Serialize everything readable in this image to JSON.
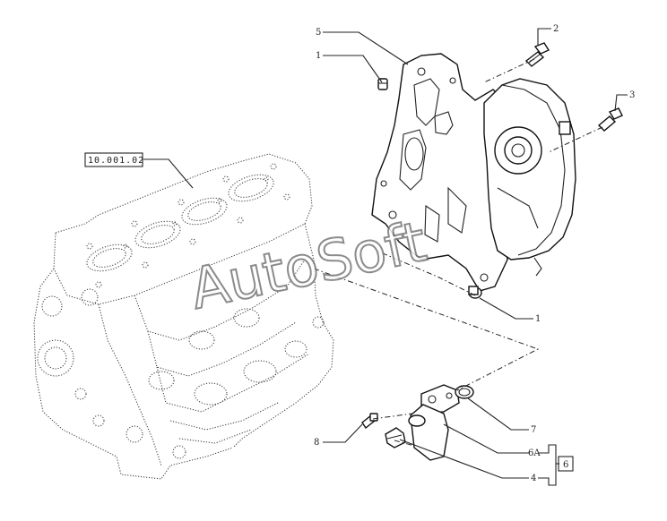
{
  "diagram": {
    "reference_code": "10.001.02",
    "watermark": "AutoSoft",
    "callouts": {
      "c5": "5",
      "c1_top": "1",
      "c2": "2",
      "c3": "3",
      "c1_bottom": "1",
      "c7": "7",
      "c6a": "6A",
      "c4": "4",
      "c8": "8",
      "group_label": "6"
    }
  }
}
